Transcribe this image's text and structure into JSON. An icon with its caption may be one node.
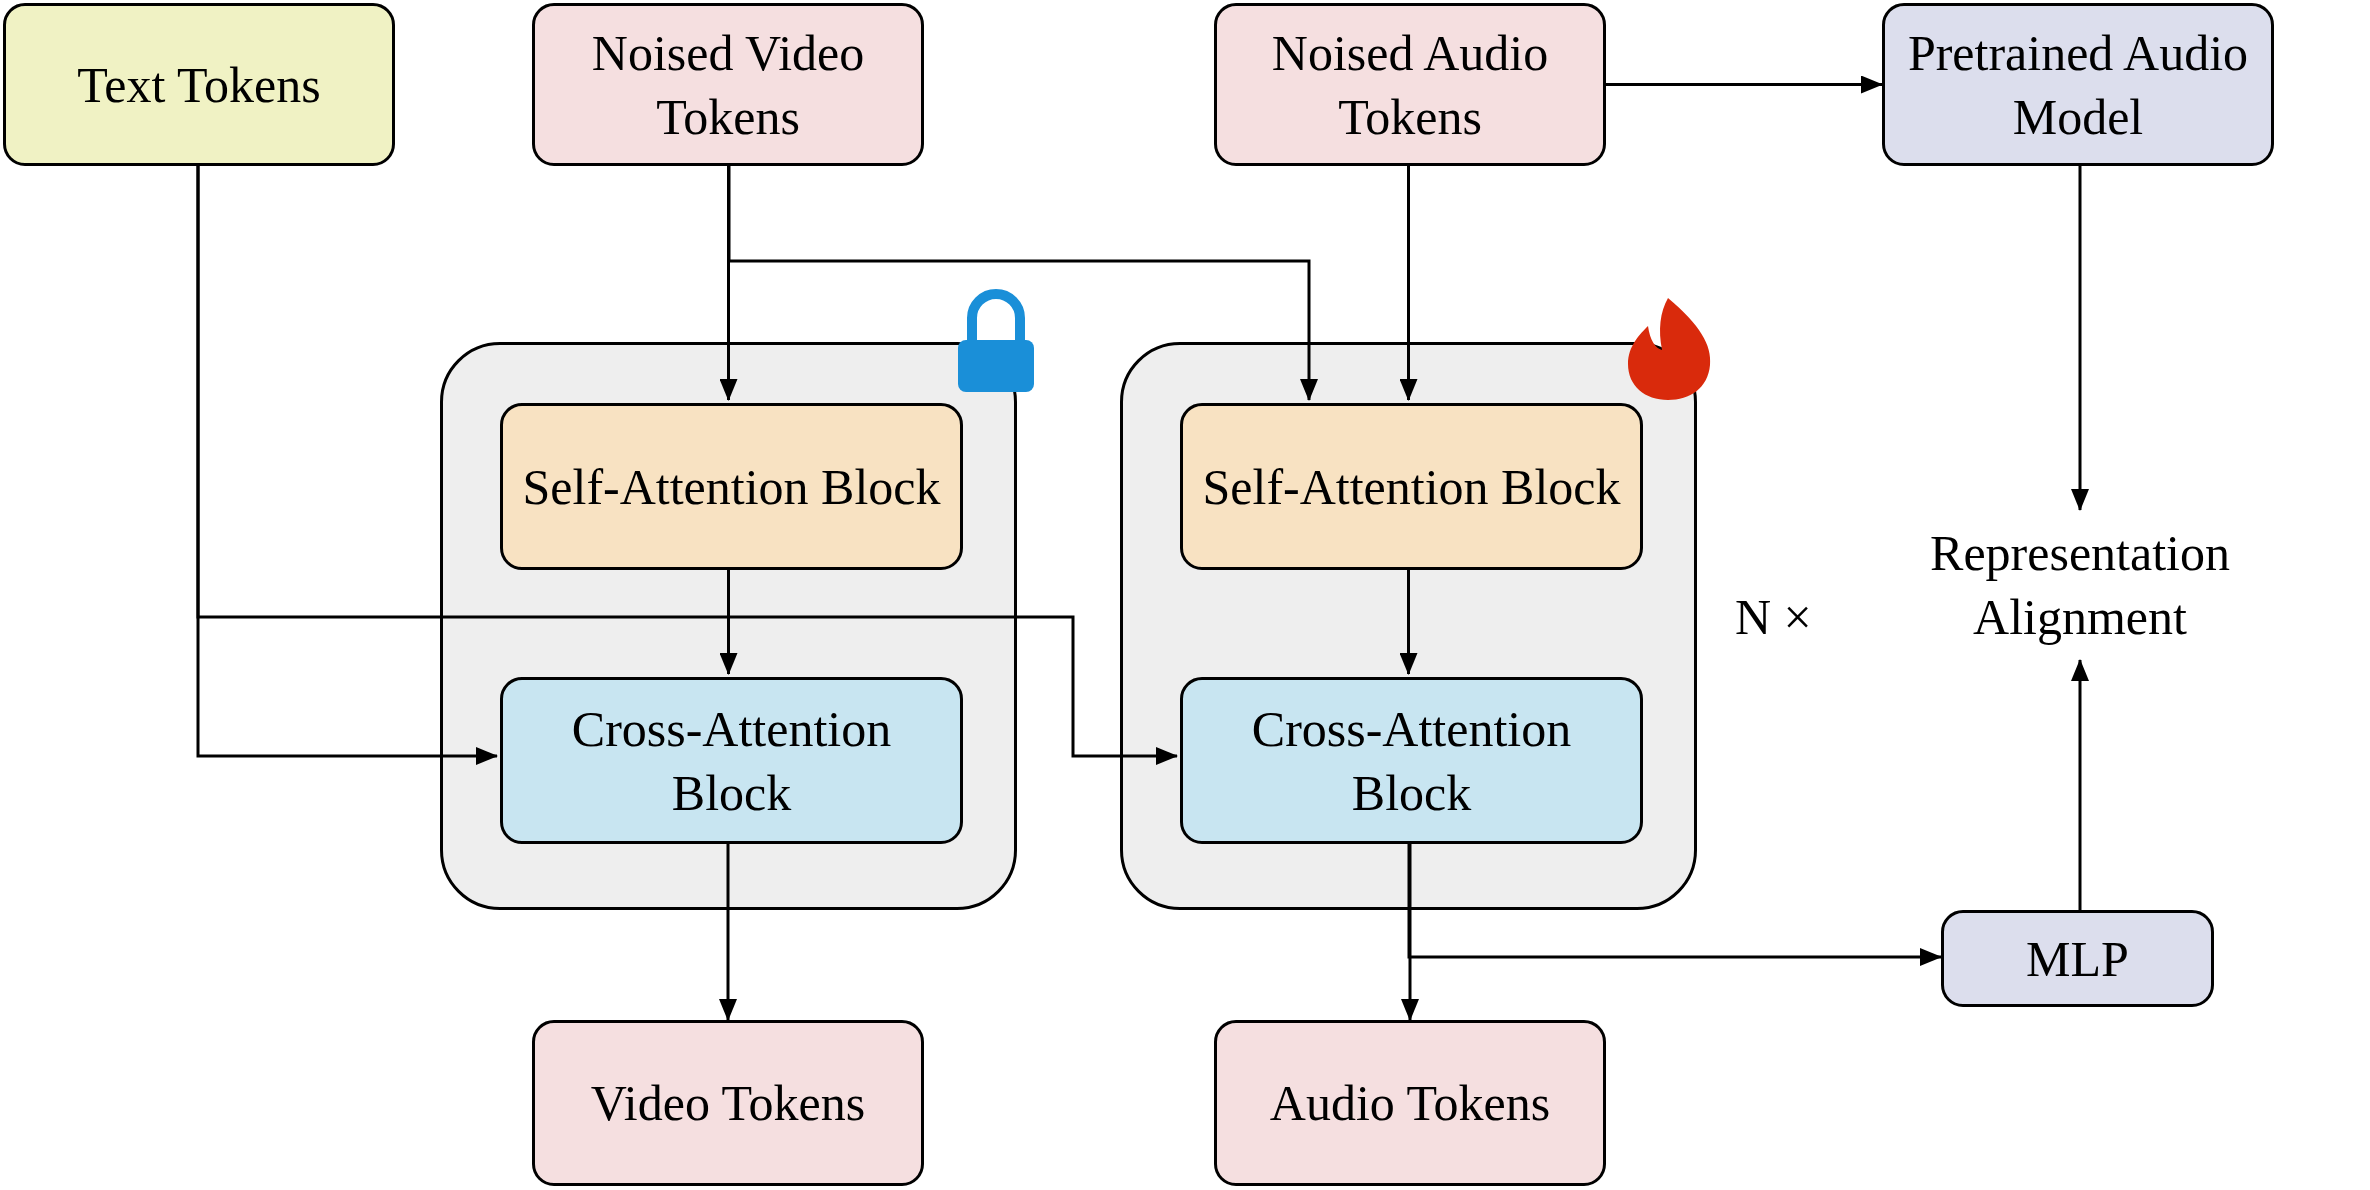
{
  "diagram": {
    "nodes": [
      {
        "text": [
          "Text Tokens"
        ]
      },
      {
        "text": [
          "Noised Video Tokens"
        ]
      },
      {
        "text": [
          "Noised Audio Tokens"
        ]
      },
      {
        "text": [
          "Pretrained Audio Model"
        ]
      },
      {
        "text": [],
        "shape": "box"
      },
      {
        "text": [
          "Self-Attention Block"
        ],
        "in": 4
      },
      {
        "text": [
          "Cross-Attention Block"
        ],
        "in": 4
      },
      {
        "text": [],
        "shape": "box"
      },
      {
        "text": [
          "Self-Attention Block"
        ],
        "in": 7
      },
      {
        "text": [
          "Cross-Attention Block"
        ],
        "in": 7
      },
      {
        "text": [
          "Representation Alignment"
        ]
      },
      {
        "text": [
          "MLP"
        ]
      },
      {
        "text": [
          "Video Tokens"
        ]
      },
      {
        "text": [
          "Audio Tokens"
        ]
      }
    ],
    "edges": [
      {
        "from": 1,
        "to": 5,
        "arrow": "to"
      },
      {
        "from": 1,
        "to": 8,
        "arrow": "to"
      },
      {
        "from": 2,
        "to": 8,
        "arrow": "to"
      },
      {
        "from": 2,
        "to": 3,
        "arrow": "to"
      },
      {
        "from": 3,
        "to": 10,
        "arrow": "to"
      },
      {
        "from": 5,
        "to": 6,
        "arrow": "to"
      },
      {
        "from": 0,
        "to": 6,
        "arrow": "to"
      },
      {
        "from": 0,
        "to": 9,
        "arrow": "to"
      },
      {
        "from": 8,
        "to": 9,
        "arrow": "to"
      },
      {
        "from": 6,
        "to": 12,
        "arrow": "to"
      },
      {
        "from": 9,
        "to": 13,
        "arrow": "to"
      },
      {
        "from": 9,
        "to": 11,
        "arrow": "to"
      },
      {
        "from": 11,
        "to": 10,
        "arrow": "to"
      }
    ],
    "labels": [
      "N ×"
    ]
  }
}
